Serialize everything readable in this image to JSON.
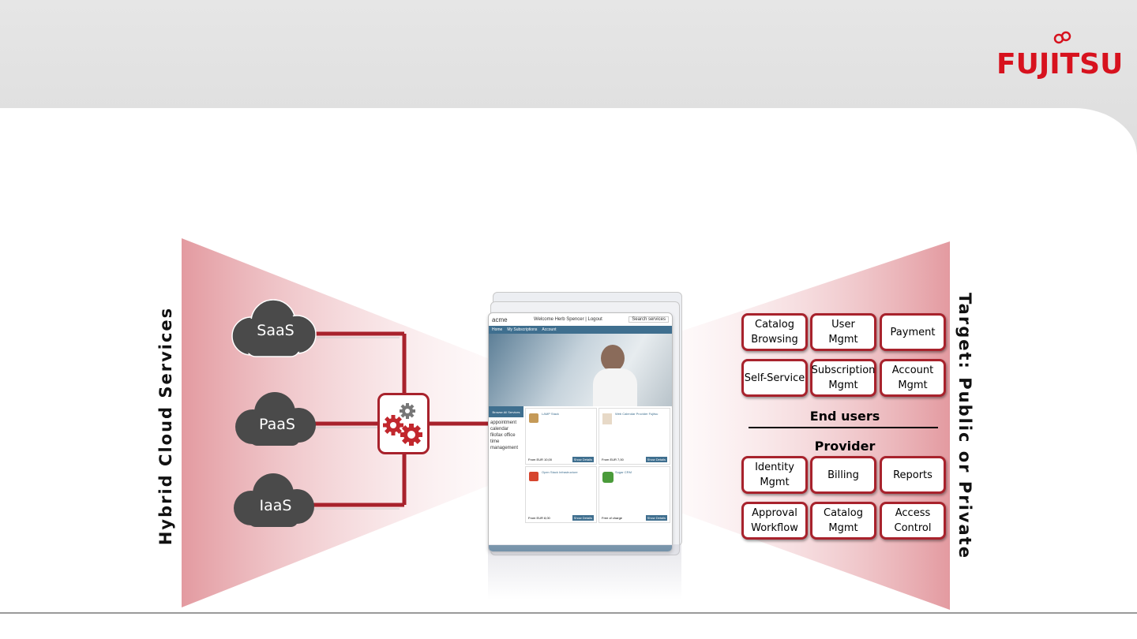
{
  "brand": {
    "logo_text": "FUJITSU",
    "color": "#d7121e"
  },
  "left_title": "Hybrid Cloud Services",
  "right_title": "Target: Public or Private",
  "clouds": [
    {
      "label": "SaaS"
    },
    {
      "label": "PaaS"
    },
    {
      "label": "IaaS"
    }
  ],
  "integration_icon": "gears-icon",
  "screenshot": {
    "logo": "acme",
    "welcome": "Welcome Herb Spencer | Logout",
    "search_placeholder": "Search services",
    "nav": [
      "Home",
      "My Subscriptions",
      "Account"
    ],
    "sidebar_title": "Browse All Services",
    "tags": "appointment calendar filofax office time management",
    "services": [
      {
        "name": "LAMP Stack",
        "price": "From EUR 10,00",
        "button": "Show Details"
      },
      {
        "name": "Web Calendar Provider Fujitsu",
        "price": "From EUR 7,00",
        "button": "Show Details"
      },
      {
        "name": "Open Stack Infrastructure",
        "price": "From EUR 8,00",
        "button": "Show Details"
      },
      {
        "name": "Sugar CRM",
        "price": "Free of charge",
        "button": "Show Details"
      }
    ]
  },
  "end_users": {
    "label": "End users",
    "items": [
      "Catalog\nBrowsing",
      "User\nMgmt",
      "Payment",
      "Self-Service",
      "Subscription\nMgmt",
      "Account\nMgmt"
    ]
  },
  "provider": {
    "label": "Provider",
    "items": [
      "Identity\nMgmt",
      "Billing",
      "Reports",
      "Approval\nWorkflow",
      "Catalog\nMgmt",
      "Access\nControl"
    ]
  },
  "colors": {
    "accent": "#a8222c",
    "funnel": "#e3a3a8",
    "cloud": "#4a4a4a"
  }
}
